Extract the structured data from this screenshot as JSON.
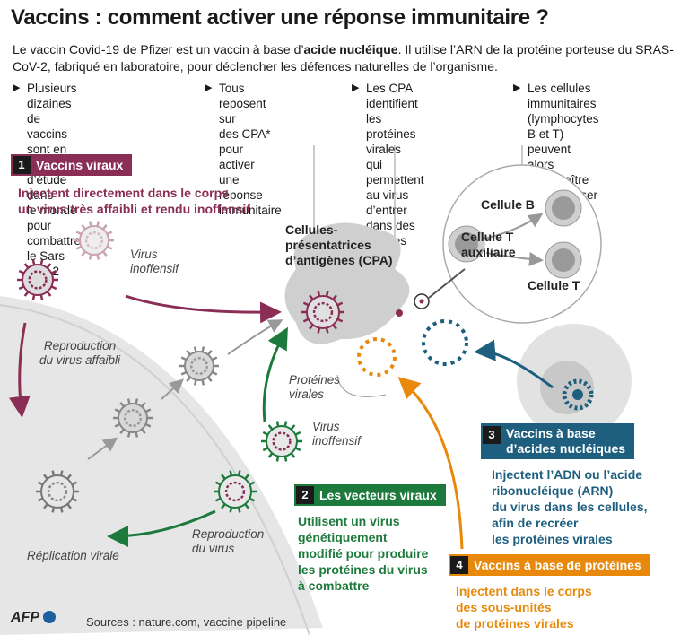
{
  "title": "Vaccins : comment activer une réponse immunitaire ?",
  "intro": {
    "before": "Le vaccin Covid-19 de Pfizer est un vaccin à base d’",
    "bold": "acide nucléique",
    "after": ". Il utilise l’ARN de la protéine porteuse du SRAS-CoV-2, fabriqué en laboratoire, pour déclencher les défences naturelles de l’organisme."
  },
  "bullets": [
    {
      "lines": [
        "Plusieurs dizaines de vaccins",
        "sont  en cours d’étude dans",
        "le monde pour combattre",
        "le Sars-Cov-2"
      ]
    },
    {
      "lines": [
        "Tous reposent sur",
        "des CPA* pour activer",
        "une réponse",
        "immunitaire"
      ]
    },
    {
      "lines": [
        "Les CPA identifient",
        "les protéines virales",
        "qui permettent au virus",
        "d’entrer dans des cellules"
      ]
    },
    {
      "lines": [
        "Les cellules immunitaires",
        "(lymphocytes B et T)",
        "peuvent alors reconnaître",
        "et neutraliser le virus"
      ]
    }
  ],
  "sections": [
    {
      "num": "1",
      "title": "Vaccins viraux",
      "color": "#8a2e55",
      "desc": [
        "Injectent directement dans le corps",
        "un virus très affaibli et rendu inoffensif"
      ]
    },
    {
      "num": "2",
      "title": "Les vecteurs viraux",
      "color": "#1e7a3c",
      "desc": [
        "Utilisent un virus",
        "génétiquement",
        "modifié pour produire",
        "les protéines du virus",
        "à combattre"
      ]
    },
    {
      "num": "3",
      "title": "Vaccins à base",
      "title2": "d’acides nucléiques",
      "color": "#1e5f7f",
      "desc": [
        "Injectent l’ADN ou l’acide",
        "ribonucléique (ARN)",
        "du virus dans les cellules,",
        "afin de recréer",
        "les protéines virales"
      ]
    },
    {
      "num": "4",
      "title": "Vaccins à base de protéines",
      "color": "#e8890c",
      "desc": [
        "Injectent dans le corps",
        "des sous-unités",
        "de protéines virales"
      ]
    }
  ],
  "labels": {
    "virus_inoffensif_1": [
      "Virus",
      "inoffensif"
    ],
    "reproduction_affaibli": [
      "Reproduction",
      "du virus affaibli"
    ],
    "replication": "Réplication virale",
    "reproduction_virus": [
      "Reproduction",
      "du virus"
    ],
    "virus_inoffensif_2": [
      "Virus",
      "inoffensif"
    ],
    "proteines": [
      "Protéines",
      "virales"
    ],
    "cpa": [
      "Cellules-",
      "présentatrices",
      "d’antigènes (CPA)"
    ],
    "cellule_b": "Cellule B",
    "cellule_t_aux": [
      "Cellule T",
      "auxiliaire"
    ],
    "cellule_t": "Cellule T"
  },
  "sources": "Sources : nature.com, vaccine pipeline",
  "logo": "AFP"
}
